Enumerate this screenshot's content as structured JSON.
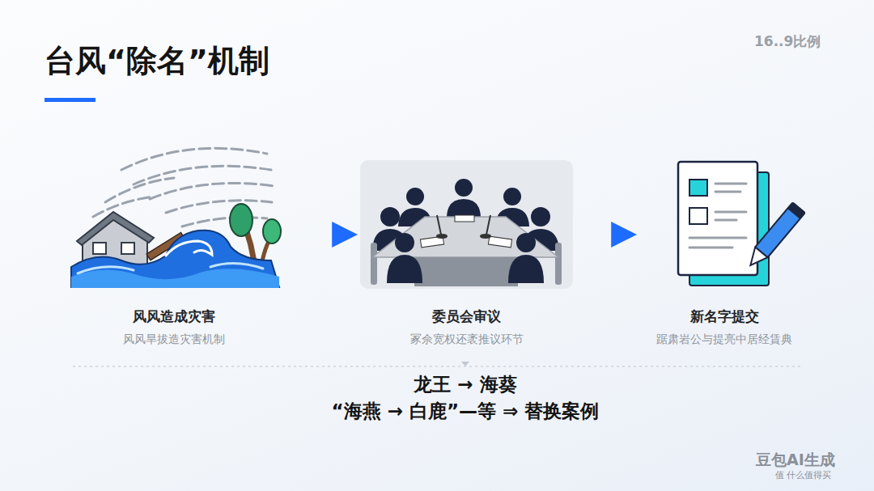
{
  "diagram": {
    "title": "台风“除名”机制",
    "nodes": [
      {
        "text": [
          "风风造成灾害",
          "风风旱拔造灾害机制"
        ]
      },
      {
        "text": [
          "委员会审议",
          "冢佘宽权还袤推议环节"
        ]
      },
      {
        "text": [
          "新名字提交",
          "踞肃岩公与提亮中居经賃典"
        ]
      }
    ],
    "edges": [
      {
        "from": 0,
        "to": 1,
        "arrow": "to"
      },
      {
        "from": 1,
        "to": 2,
        "arrow": "to"
      }
    ],
    "labels": [
      "16..9比例",
      "龙王 → 海葵",
      "“海燕 → 白鹿”—等 ⇒ 替换案例",
      "豆包AI生成",
      "值 什么值得买"
    ]
  }
}
